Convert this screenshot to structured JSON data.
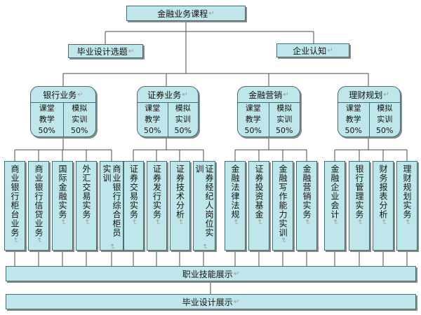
{
  "root": "金融业务课程",
  "top_nodes": {
    "graduation_topic": "毕业设计选题",
    "enterprise": "企业认知"
  },
  "branches": [
    {
      "title": "银行业务",
      "col1": [
        "课堂",
        "教学",
        "50%"
      ],
      "col2": [
        "模拟",
        "实训",
        "50%"
      ],
      "leaves": [
        "商业银行柜台业务",
        "商业银行信贷业务",
        "国际金融实务",
        "外汇交易实务",
        "商业银行综合柜员实训"
      ]
    },
    {
      "title": "证券业务",
      "col1": [
        "课堂",
        "教学",
        "50%"
      ],
      "col2": [
        "模拟",
        "实训",
        "50%"
      ],
      "leaves": [
        "证券交易实务",
        "证券发行实务",
        "证券技术分析",
        "证券经纪人岗位实训"
      ]
    },
    {
      "title": "金融营销",
      "col1": [
        "课堂",
        "教学",
        "50%"
      ],
      "col2": [
        "模拟",
        "实训",
        "50%"
      ],
      "leaves": [
        "金融法律法规",
        "证券投资基金",
        "金融写作能力实训",
        "金融营销实务"
      ]
    },
    {
      "title": "理财规划",
      "col1": [
        "课堂",
        "教学",
        "50%"
      ],
      "col2": [
        "模拟",
        "实训",
        "50%"
      ],
      "leaves": [
        "金融企业会计",
        "银行管理实务",
        "财务报表分析",
        "理财规划实务"
      ]
    }
  ],
  "bottom_nodes": {
    "skills_display": "职业技能展示",
    "graduation_display": "毕业设计展示"
  },
  "return_mark": "↵"
}
